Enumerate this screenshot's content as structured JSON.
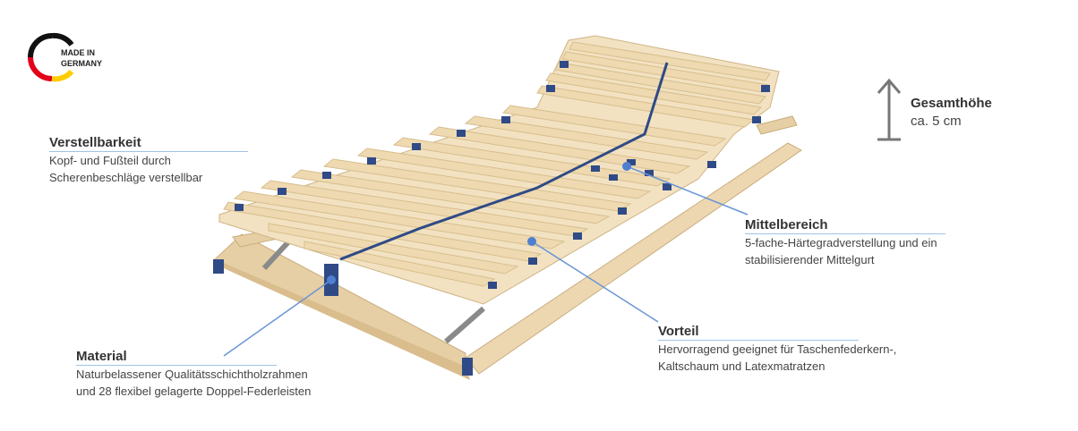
{
  "badge": {
    "line1": "MADE IN",
    "line2": "GERMANY",
    "flag_colors": [
      "#111111",
      "#e2001a",
      "#ffcc00"
    ]
  },
  "height": {
    "label": "Gesamthöhe",
    "value": "ca. 5 cm",
    "icon": "arrow-up-icon"
  },
  "features": {
    "adjustability": {
      "title": "Verstellbarkeit",
      "line1": "Kopf- und Fußteil durch",
      "line2": "Scherenbeschläge verstellbar"
    },
    "center": {
      "title": "Mittelbereich",
      "line1": "5-fache-Härtegradverstellung und ein",
      "line2": "stabilisierender Mittelgurt"
    },
    "advantage": {
      "title": "Vorteil",
      "line1": "Hervorragend geeignet für Taschenfederkern-,",
      "line2": "Kaltschaum und Latexmatratzen"
    },
    "material": {
      "title": "Material",
      "line1": "Naturbelassener Qualitätsschichtholzrahmen",
      "line2": "und 28 flexibel gelagerte Doppel-Federleisten"
    }
  },
  "colors": {
    "accent_line": "#9ec3e6",
    "callout_dot": "#4f7fd0",
    "wood": "#e9d3ab",
    "cap_blue": "#2f4a86"
  }
}
